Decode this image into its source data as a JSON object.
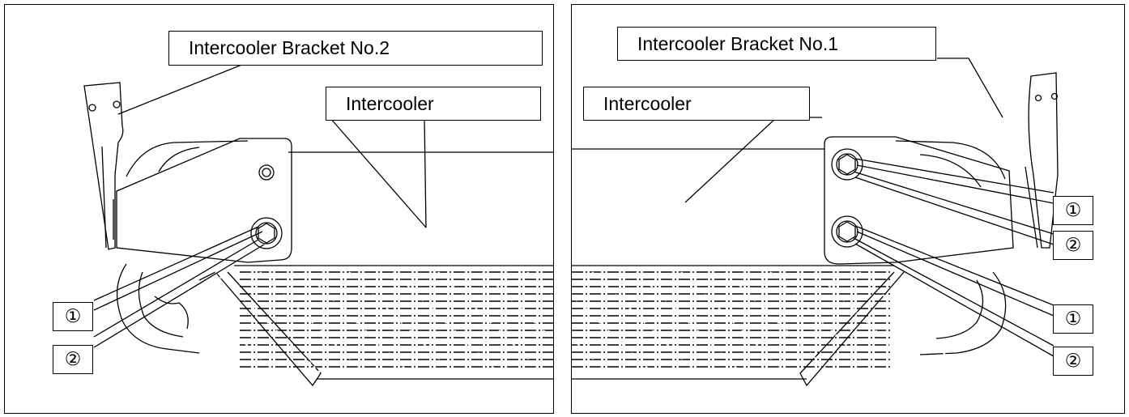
{
  "left_panel": {
    "bracket_label": "Intercooler Bracket No.2",
    "intercooler_label": "Intercooler",
    "marker_1": "①",
    "marker_2": "②"
  },
  "right_panel": {
    "bracket_label": "Intercooler Bracket No.1",
    "intercooler_label": "Intercooler",
    "marker_upper_1": "①",
    "marker_upper_2": "②",
    "marker_lower_1": "①",
    "marker_lower_2": "②"
  }
}
